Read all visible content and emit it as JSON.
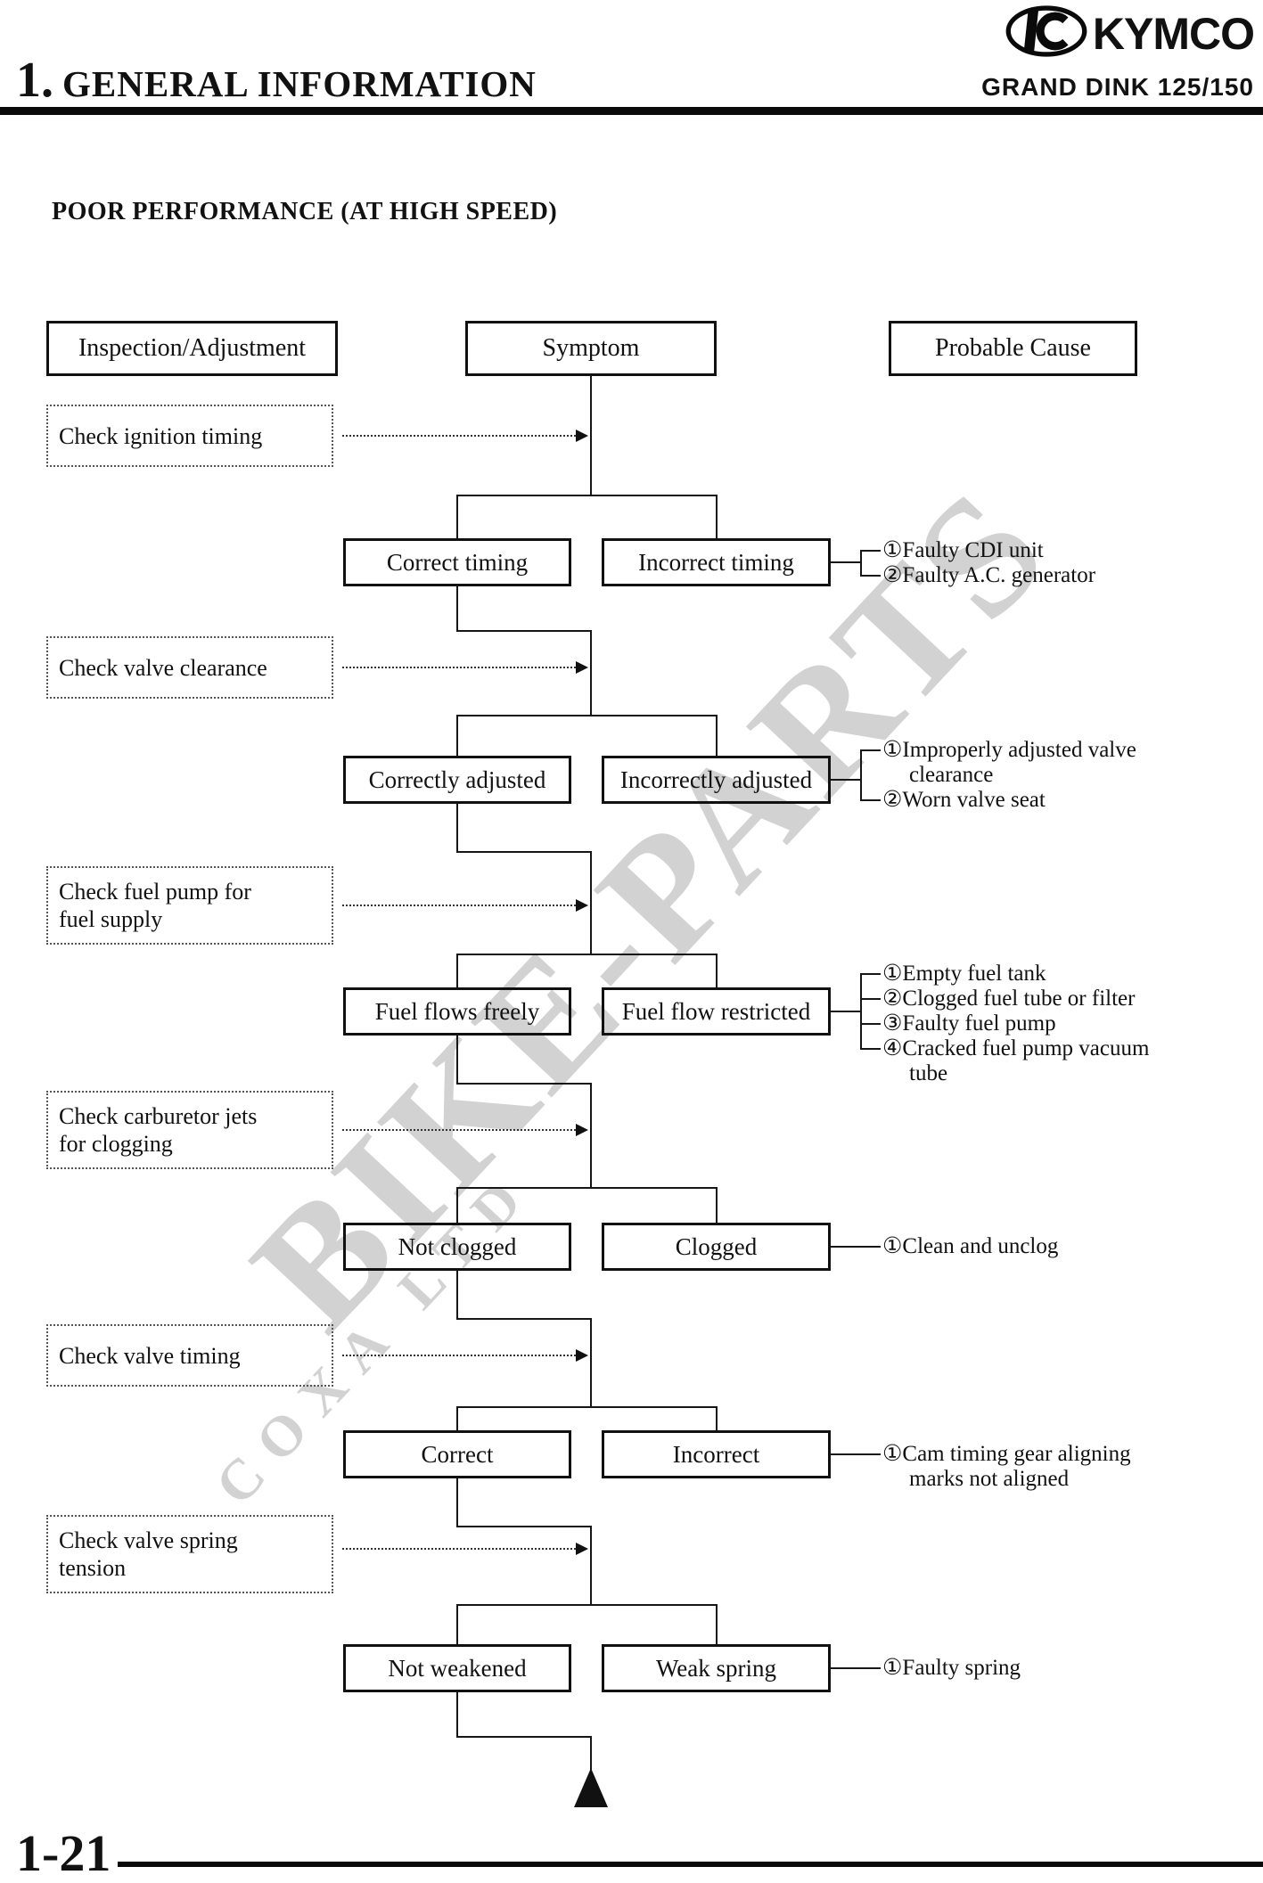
{
  "header": {
    "section_number": "1.",
    "section_title": "GENERAL INFORMATION",
    "brand": "KYMCO",
    "model": "GRAND DINK 125/150"
  },
  "page": {
    "title": "POOR PERFORMANCE (AT HIGH SPEED)",
    "number": "1-21"
  },
  "columns": {
    "inspection": "Inspection/Adjustment",
    "symptom": "Symptom",
    "cause": "Probable Cause"
  },
  "watermark": {
    "line1": "BIKE-PARTS",
    "line2": "COXA LTD"
  },
  "colors": {
    "line": "#161616",
    "watermark": "#c8c8c8"
  },
  "rows": [
    {
      "check_lines": [
        "Check ignition timing"
      ],
      "ok": "Correct timing",
      "bad": "Incorrect timing",
      "causes": [
        "①Faulty CDI unit",
        "②Faulty A.C. generator"
      ]
    },
    {
      "check_lines": [
        "Check valve clearance"
      ],
      "ok": "Correctly adjusted",
      "bad": "Incorrectly adjusted",
      "causes": [
        "①Improperly adjusted valve",
        "clearance",
        "②Worn valve seat"
      ]
    },
    {
      "check_lines": [
        "Check fuel pump for",
        "fuel supply"
      ],
      "ok": "Fuel flows freely",
      "bad": "Fuel flow restricted",
      "causes": [
        "①Empty fuel tank",
        "②Clogged fuel tube or filter",
        "③Faulty fuel pump",
        "④Cracked fuel pump vacuum",
        "tube"
      ]
    },
    {
      "check_lines": [
        "Check carburetor jets",
        "for clogging"
      ],
      "ok": "Not clogged",
      "bad": "Clogged",
      "causes": [
        "①Clean and unclog"
      ]
    },
    {
      "check_lines": [
        "Check valve timing"
      ],
      "ok": "Correct",
      "bad": "Incorrect",
      "causes": [
        "①Cam timing gear aligning",
        "marks not aligned"
      ]
    },
    {
      "check_lines": [
        "Check valve spring",
        "tension"
      ],
      "ok": "Not weakened",
      "bad": "Weak spring",
      "causes": [
        "①Faulty spring"
      ]
    }
  ]
}
